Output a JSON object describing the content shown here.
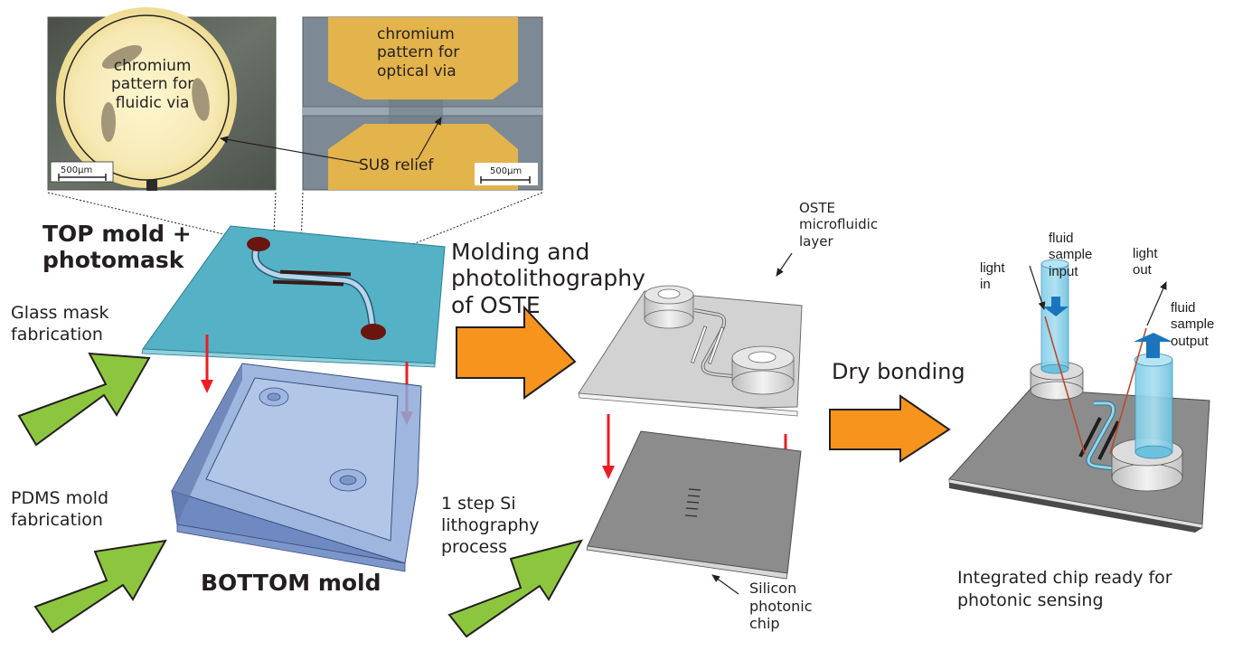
{
  "figure": {
    "type": "fabrication process flow",
    "colors": {
      "glass_mask": "#4fb0c6",
      "pdms_mold": "#8ea9d8",
      "oste_layer": "#d2d2d2",
      "silicon_chip": "#8c8c8c",
      "green_arrow": "#8cc63f",
      "orange_arrow": "#f7941d",
      "red_arrow": "#ed1c24",
      "fluid_arrow": "#1b75bc",
      "chromium": "#e3b34c"
    }
  },
  "insets": {
    "fluidic": {
      "label": "chromium\npattern for\nfluidic via",
      "scale_bar": "500μm"
    },
    "optical": {
      "label": "chromium\npattern for\noptical via",
      "annotation": "SU8 relief",
      "scale_bar": "500μm"
    }
  },
  "labels": {
    "top_mold": "TOP mold +\nphotomask",
    "glass_mask": "Glass mask\nfabrication",
    "pdms_mold": "PDMS mold\nfabrication",
    "bottom_mold": "BOTTOM mold",
    "molding": "Molding and\nphotolithography\nof OSTE",
    "oste_layer": "OSTE\nmicrofluidic\nlayer",
    "si_litho": "1 step Si\nlithography\nprocess",
    "silicon_chip": "Silicon\nphotonic\nchip",
    "dry_bonding": "Dry bonding",
    "light_in": "light\nin",
    "fluid_input": "fluid\nsample\ninput",
    "light_out": "light\nout",
    "fluid_output": "fluid\nsample\noutput",
    "integrated": "Integrated chip ready for\nphotonic sensing"
  }
}
